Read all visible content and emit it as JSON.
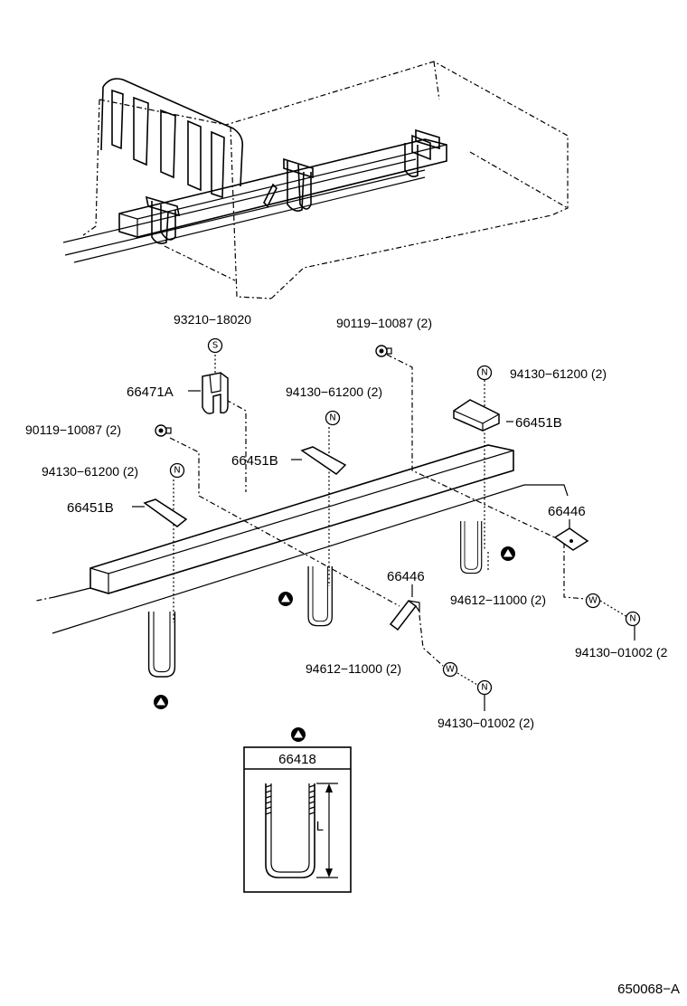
{
  "callouts": {
    "bolt_93210": "93210−18020",
    "screw_90119_top": "90119−10087 (2)",
    "nut_94130_61200_right": "94130−61200 (2)",
    "bracket_66471A": "66471A",
    "nut_94130_61200_mid": "94130−61200 (2)",
    "plate_66451B_right": "66451B",
    "screw_90119_left": "90119−10087 (2)",
    "plate_66451B_mid": "66451B",
    "nut_94130_61200_left": "94130−61200 (2)",
    "plate_66451B_left": "66451B",
    "bracket_66446_right": "66446",
    "bracket_66446_mid": "66446",
    "washer_94612_right": "94612−11000 (2)",
    "nut_94130_01002_right": "94130−01002 (2",
    "washer_94612_mid": "94612−11000 (2)",
    "nut_94130_01002_mid": "94130−01002 (2)"
  },
  "symbols": {
    "s": "S",
    "n": "N",
    "w": "W"
  },
  "detail_box": {
    "part_number": "66418",
    "dimension_label": "L"
  },
  "figure_id": "650068−A",
  "icons": [
    "triangle-circle-marker-icon",
    "s-symbol-icon",
    "n-symbol-icon",
    "w-symbol-icon"
  ]
}
